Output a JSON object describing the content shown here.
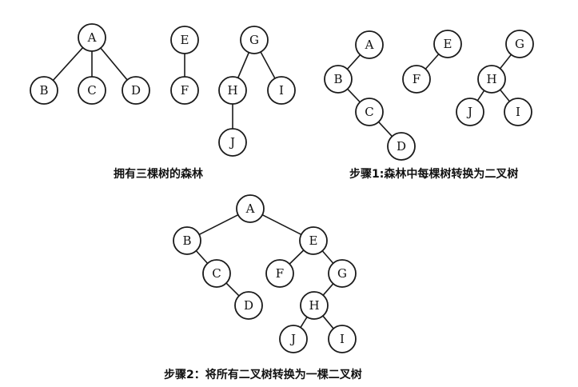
{
  "captions": {
    "panel1": "拥有三棵树的森林",
    "panel2": "步骤1:森林中每棵树转换为二叉树",
    "panel3": "步骤2：将所有二叉树转换为一棵二叉树"
  },
  "panels": [
    {
      "id": "forest",
      "nodes": [
        "A",
        "B",
        "C",
        "D",
        "E",
        "F",
        "G",
        "H",
        "I",
        "J"
      ],
      "edges": [
        [
          "A",
          "B"
        ],
        [
          "A",
          "C"
        ],
        [
          "A",
          "D"
        ],
        [
          "E",
          "F"
        ],
        [
          "G",
          "H"
        ],
        [
          "G",
          "I"
        ],
        [
          "H",
          "J"
        ]
      ]
    },
    {
      "id": "step1",
      "nodes": [
        "A",
        "B",
        "C",
        "D",
        "E",
        "F",
        "G",
        "H",
        "J",
        "I"
      ],
      "edges": [
        [
          "A",
          "B"
        ],
        [
          "B",
          "C"
        ],
        [
          "C",
          "D"
        ],
        [
          "E",
          "F"
        ],
        [
          "G",
          "H"
        ],
        [
          "H",
          "J"
        ],
        [
          "H",
          "I"
        ]
      ]
    },
    {
      "id": "step2",
      "nodes": [
        "A",
        "B",
        "C",
        "D",
        "E",
        "F",
        "G",
        "H",
        "J",
        "I"
      ],
      "edges": [
        [
          "A",
          "B"
        ],
        [
          "B",
          "C"
        ],
        [
          "C",
          "D"
        ],
        [
          "A",
          "E"
        ],
        [
          "E",
          "F"
        ],
        [
          "E",
          "G"
        ],
        [
          "G",
          "H"
        ],
        [
          "H",
          "J"
        ],
        [
          "H",
          "I"
        ]
      ]
    }
  ],
  "colors": {
    "stroke": "#1a1a1a",
    "fill": "#ffffff"
  }
}
